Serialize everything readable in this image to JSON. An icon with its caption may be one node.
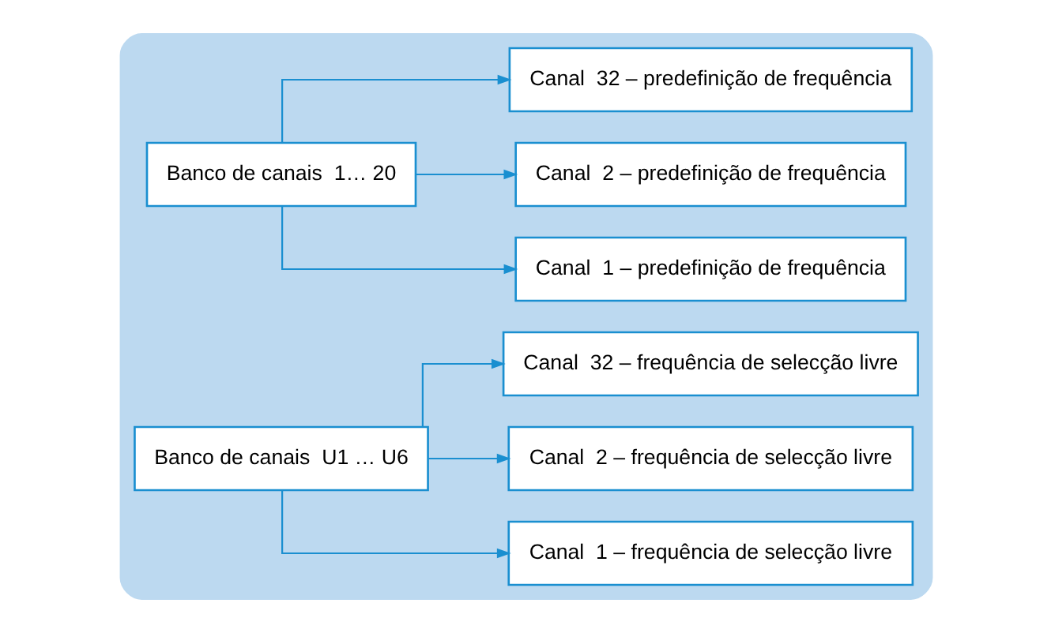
{
  "diagram": {
    "nodes": [
      {
        "text": [],
        "shape": "box"
      },
      {
        "text": [
          "Banco de canais  1… 20"
        ],
        "in": 0
      },
      {
        "text": [
          "Canal  1 – predefinição de frequência"
        ],
        "in": 0
      },
      {
        "text": [
          "Canal  2 – predefinição de frequência"
        ],
        "in": 0
      },
      {
        "text": [
          "Canal  32 – predefinição de frequência"
        ],
        "in": 0
      },
      {
        "text": [
          "Banco de canais  U1 … U6"
        ],
        "in": 0
      },
      {
        "text": [
          "Canal  1 – frequência de selecção livre"
        ],
        "in": 0
      },
      {
        "text": [
          "Canal  2 – frequência de selecção livre"
        ],
        "in": 0
      },
      {
        "text": [
          "Canal  32 – frequência de selecção livre"
        ],
        "in": 0
      }
    ],
    "edges": [
      {
        "from": 1,
        "to": 2,
        "arrow": "to"
      },
      {
        "from": 1,
        "to": 3,
        "arrow": "to"
      },
      {
        "from": 1,
        "to": 4,
        "arrow": "to"
      },
      {
        "from": 5,
        "to": 6,
        "arrow": "to"
      },
      {
        "from": 5,
        "to": 7,
        "arrow": "to"
      },
      {
        "from": 5,
        "to": 8,
        "arrow": "to"
      }
    ]
  }
}
